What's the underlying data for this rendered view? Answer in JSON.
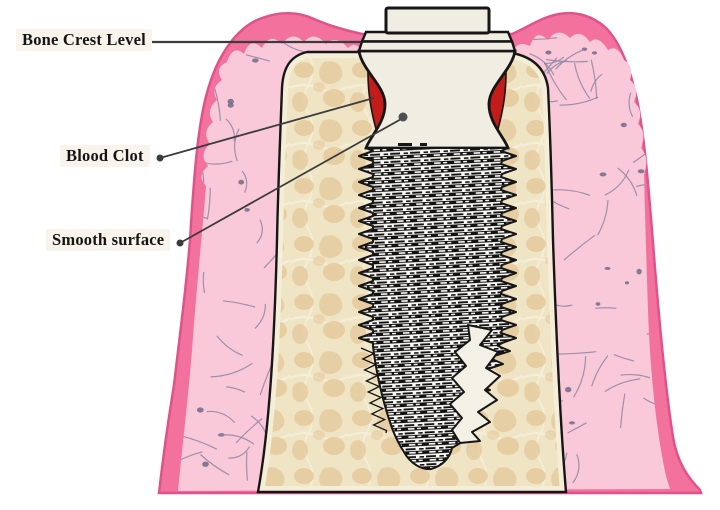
{
  "figure": {
    "type": "dental-implant-illustration",
    "title": "Dental implant placed in alveolar bone showing blood clot at the smooth collar",
    "labels": [
      {
        "id": "bone-crest-level",
        "text": "Bone Crest Level",
        "points_to": "flange / bone crest junction line"
      },
      {
        "id": "blood-clot",
        "text": "Blood Clot",
        "points_to": "red crescent beside implant collar"
      },
      {
        "id": "smooth-surface",
        "text": "Smooth surface",
        "points_to": "smooth machined implant collar"
      }
    ],
    "colors": {
      "gum_outer": "#f2719d",
      "gum_outer_stroke": "#e0538a",
      "gum_inner": "#f9c8d9",
      "fiber": "#8e86a0",
      "fiber_dot": "#77708b",
      "bone_base": "#efe4c3",
      "bone_blob": "#e5c99d",
      "bone_light": "#f4eed8",
      "outline": "#161616",
      "implant_body": "#f0ede2",
      "implant_white": "#f3f0e6",
      "blood_clot": "#c41c18",
      "leader": "#3c3c3c",
      "target_dot": "#4f4f4f",
      "thread_dark": "#111111",
      "thread_light": "#fbfaf6",
      "label_bg": "#f8f3eb",
      "label_text": "#151515",
      "background": "#ffffff"
    }
  }
}
